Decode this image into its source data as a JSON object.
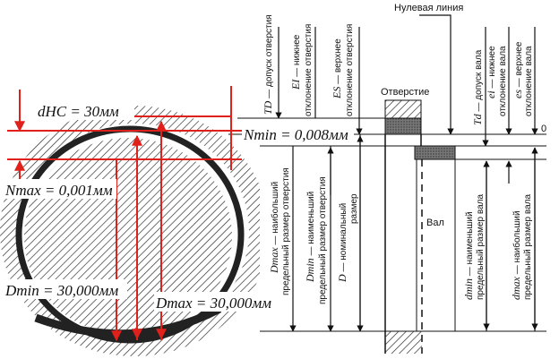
{
  "title_zero_line": "Нулевая линия",
  "hole_label": "Отверстие",
  "shaft_label": "Вал",
  "zero_mark": "0",
  "top_labels": [
    {
      "sym": "TD",
      "text": "— допуск отверстия"
    },
    {
      "sym": "EI",
      "text": "— нижнее",
      "text2": "отклонение отверстия"
    },
    {
      "sym": "ES",
      "text": "— верхнее",
      "text2": "отклонение отверстия"
    },
    {
      "sym": "Td",
      "text": "— допуск вала"
    },
    {
      "sym": "ei",
      "text": "— нижнее",
      "text2": "отклонение вала"
    },
    {
      "sym": "es",
      "text": "— верхнее",
      "text2": "отклонение вала"
    }
  ],
  "bottom_labels": [
    {
      "sym": "Dmax",
      "text": "— наибольший",
      "text2": "предельный размер отверстия"
    },
    {
      "sym": "Dmin",
      "text": "— наименьший",
      "text2": "предельный размер отверстия"
    },
    {
      "sym": "D",
      "text": "— номинальный",
      "text2": "размер"
    },
    {
      "sym": "dmin",
      "text": "— наименьший",
      "text2": "предельный размер вала"
    },
    {
      "sym": "dmax",
      "text": "— наибольший",
      "text2": "предельный размер вала"
    }
  ],
  "annotations": {
    "d_hc": "dHC = 30мм",
    "n_min": "Nmin = 0,008мм",
    "n_max": "Nmax = 0,001мм",
    "d_min": "Dmin = 30,000мм",
    "d_max": "Dmax = 30,000мм"
  },
  "colors": {
    "accent": "#e0201a",
    "ink": "#111111"
  }
}
